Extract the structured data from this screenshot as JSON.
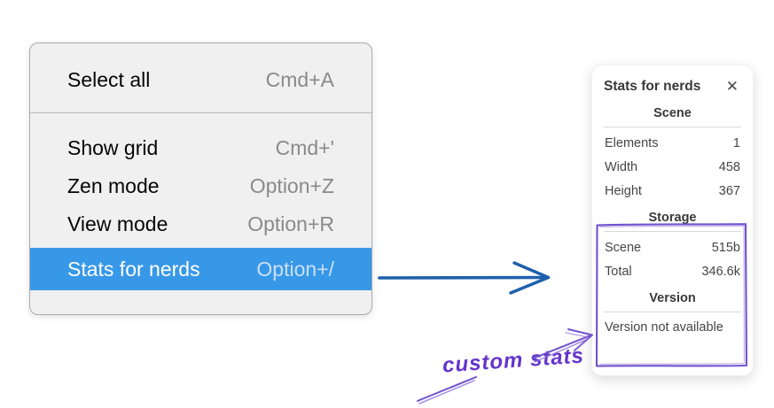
{
  "menu": {
    "items": [
      {
        "label": "Select all",
        "shortcut": "Cmd+A"
      },
      {
        "label": "Show grid",
        "shortcut": "Cmd+'"
      },
      {
        "label": "Zen mode",
        "shortcut": "Option+Z"
      },
      {
        "label": "View mode",
        "shortcut": "Option+R"
      },
      {
        "label": "Stats for nerds",
        "shortcut": "Option+/",
        "highlighted": true
      }
    ]
  },
  "stats_panel": {
    "title": "Stats for nerds",
    "close_icon": "✕",
    "sections": [
      {
        "heading": "Scene",
        "rows": [
          {
            "label": "Elements",
            "value": "1"
          },
          {
            "label": "Width",
            "value": "458"
          },
          {
            "label": "Height",
            "value": "367"
          }
        ]
      },
      {
        "heading": "Storage",
        "rows": [
          {
            "label": "Scene",
            "value": "515b"
          },
          {
            "label": "Total",
            "value": "346.6k"
          }
        ]
      },
      {
        "heading": "Version",
        "note": "Version not available"
      }
    ]
  },
  "annotation": {
    "label": "custom stats"
  },
  "colors": {
    "menu_highlight": "#3898e8",
    "arrow_blue": "#1e60ac",
    "annotation_purple": "#7152ce",
    "annotation_text_purple": "#6434cb"
  }
}
